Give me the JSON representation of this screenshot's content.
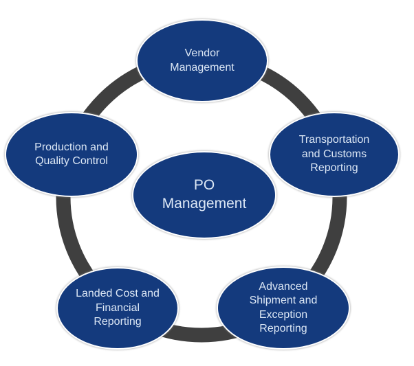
{
  "colors": {
    "node_fill": "#143A7D",
    "node_text": "#DCE7F5",
    "node_border": "#FFFFFF",
    "ring": "#3F3F3F",
    "background": "#FFFFFF"
  },
  "diagram": {
    "type": "cycle",
    "center_node": {
      "id": "po-management",
      "label": "PO Management",
      "lines": [
        "PO",
        "Management"
      ]
    },
    "nodes": [
      {
        "id": "vendor-management",
        "label": "Vendor Management",
        "lines": [
          "Vendor",
          "Management"
        ]
      },
      {
        "id": "transportation-and-customs-reporting",
        "label": "Transportation and Customs Reporting",
        "lines": [
          "Transportation",
          "and Customs",
          "Reporting"
        ]
      },
      {
        "id": "advanced-shipment-and-exception-reporting",
        "label": "Advanced Shipment and Exception Reporting",
        "lines": [
          "Advanced",
          "Shipment and",
          "Exception",
          "Reporting"
        ]
      },
      {
        "id": "landed-cost-and-financial-reporting",
        "label": "Landed Cost and Financial Reporting",
        "lines": [
          "Landed Cost and",
          "Financial",
          "Reporting"
        ]
      },
      {
        "id": "production-and-quality-control",
        "label": "Production and Quality Control",
        "lines": [
          "Production and",
          "Quality Control"
        ]
      }
    ]
  }
}
